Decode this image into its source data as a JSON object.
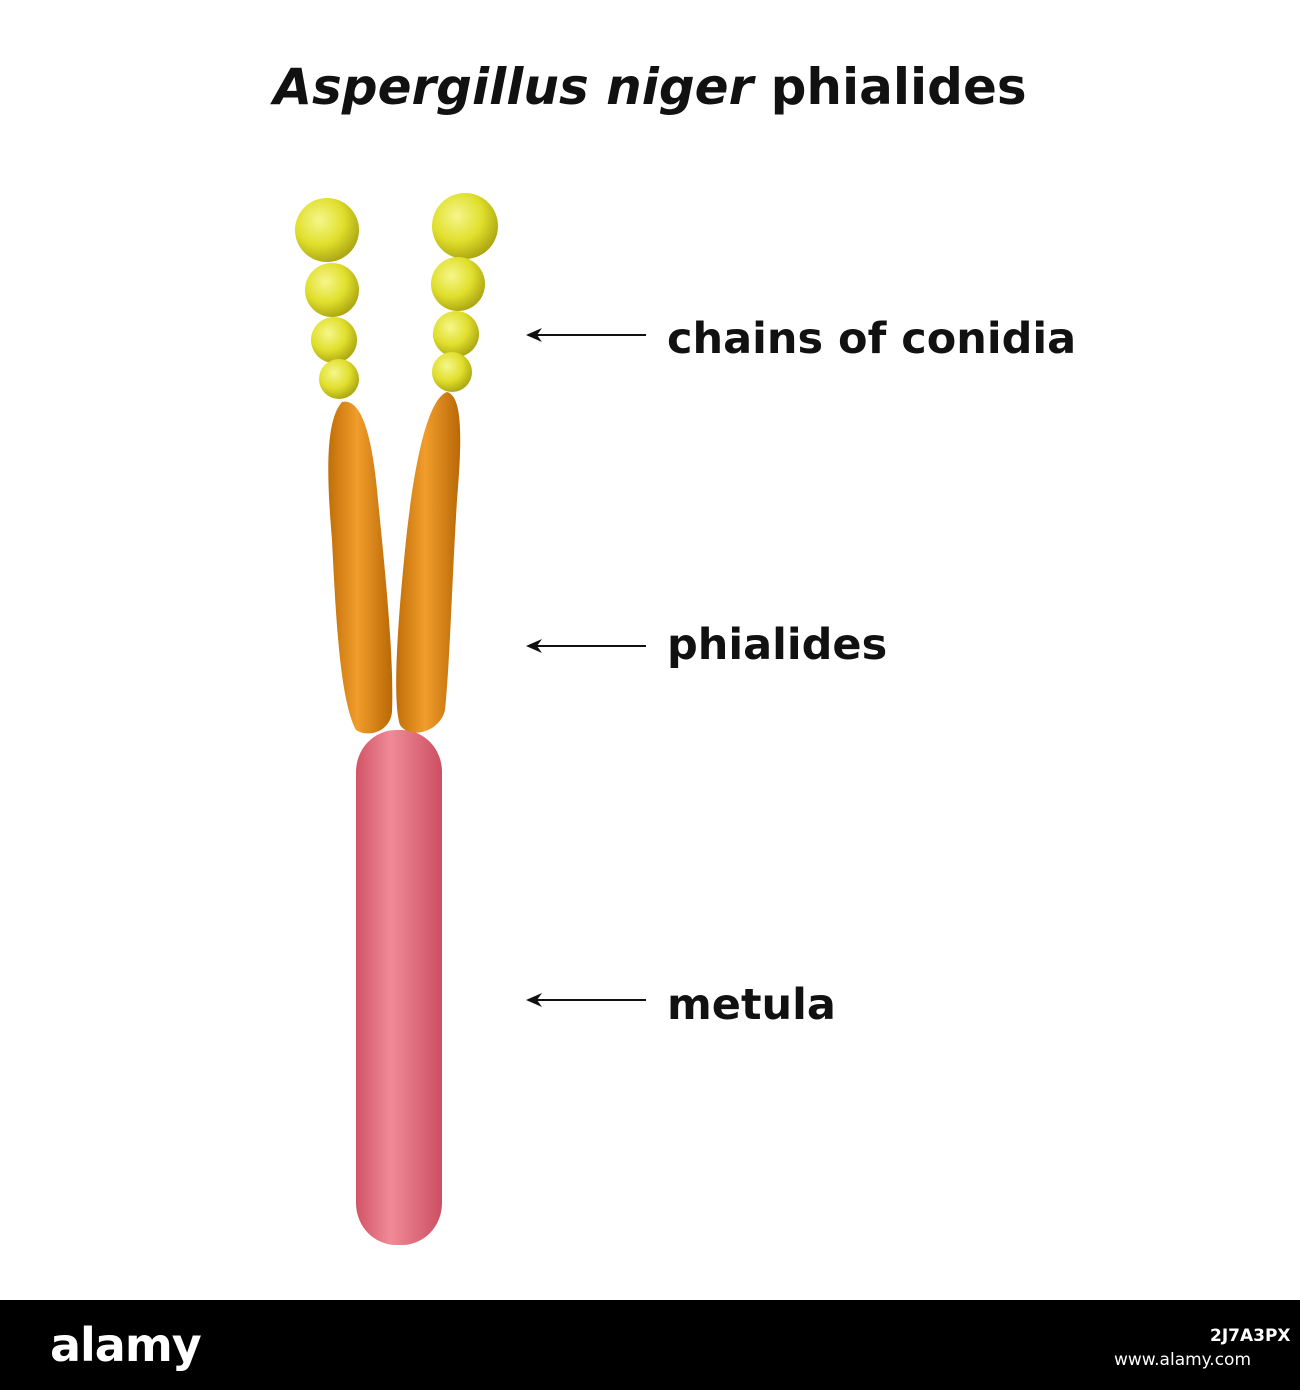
{
  "title": {
    "italic": "Aspergillus niger",
    "rest": " phialides"
  },
  "labels": {
    "conidia": "chains of conidia",
    "phialides": "phialides",
    "metula": "metula"
  },
  "colors": {
    "conidia": "#e8e83a",
    "phialides": "#e8921e",
    "metula": "#e56e7c",
    "arrow": "#111111",
    "footer": "#000000"
  },
  "footer": {
    "logo": "alamy",
    "image_id": "2J7A3PX",
    "site": "www.alamy.com"
  }
}
